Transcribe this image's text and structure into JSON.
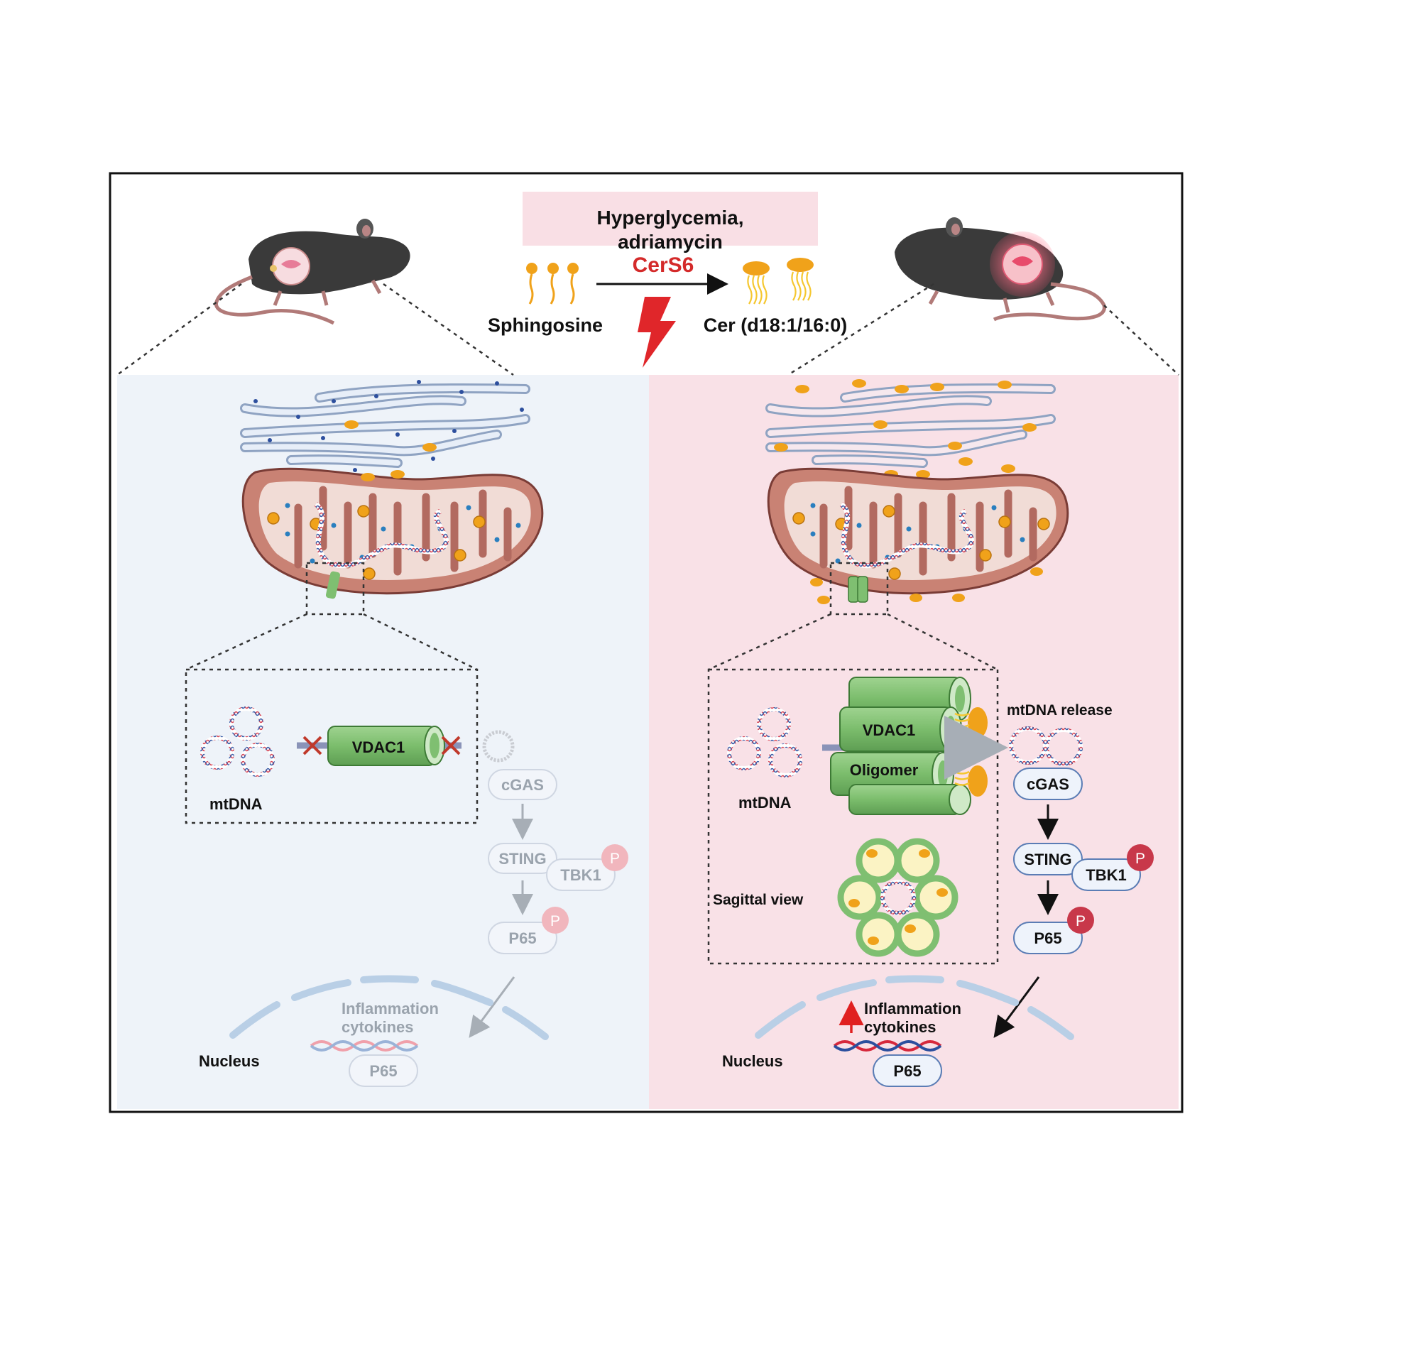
{
  "header": {
    "condition_line1": "Hyperglycemia,",
    "condition_line2": "adriamycin",
    "enzyme": "CerS6",
    "substrate": "Sphingosine",
    "product": "Cer (d18:1/16:0)"
  },
  "left_panel": {
    "mtdna_label": "mtDNA",
    "channel_label": "VDAC1",
    "pathway": {
      "cgas": "cGAS",
      "sting": "STING",
      "tbk1": "TBK1",
      "p65": "P65",
      "phospho": "P"
    },
    "cytokines_line1": "Inflammation",
    "cytokines_line2": "cytokines",
    "nucleus_label": "Nucleus",
    "nuclear_p65": "P65"
  },
  "right_panel": {
    "mtdna_label": "mtDNA",
    "channel_label_1": "VDAC1",
    "channel_label_2": "Oligomer",
    "release_label": "mtDNA release",
    "sagittal_label": "Sagittal view",
    "pathway": {
      "cgas": "cGAS",
      "sting": "STING",
      "tbk1": "TBK1",
      "p65": "P65",
      "phospho": "P"
    },
    "cytokines_line1": "Inflammation",
    "cytokines_line2": "cytokines",
    "nucleus_label": "Nucleus",
    "nuclear_p65": "P65"
  },
  "colors": {
    "left_bg": "#eef3f9",
    "right_bg": "#f9e1e7",
    "header_box": "#f9dfe5",
    "cers6_red": "#d42a2a",
    "lipid_orange": "#f0a21a",
    "mito_fill": "#c98274",
    "vdac_green": "#7fbf71",
    "phospho_red": "#c8384a"
  }
}
